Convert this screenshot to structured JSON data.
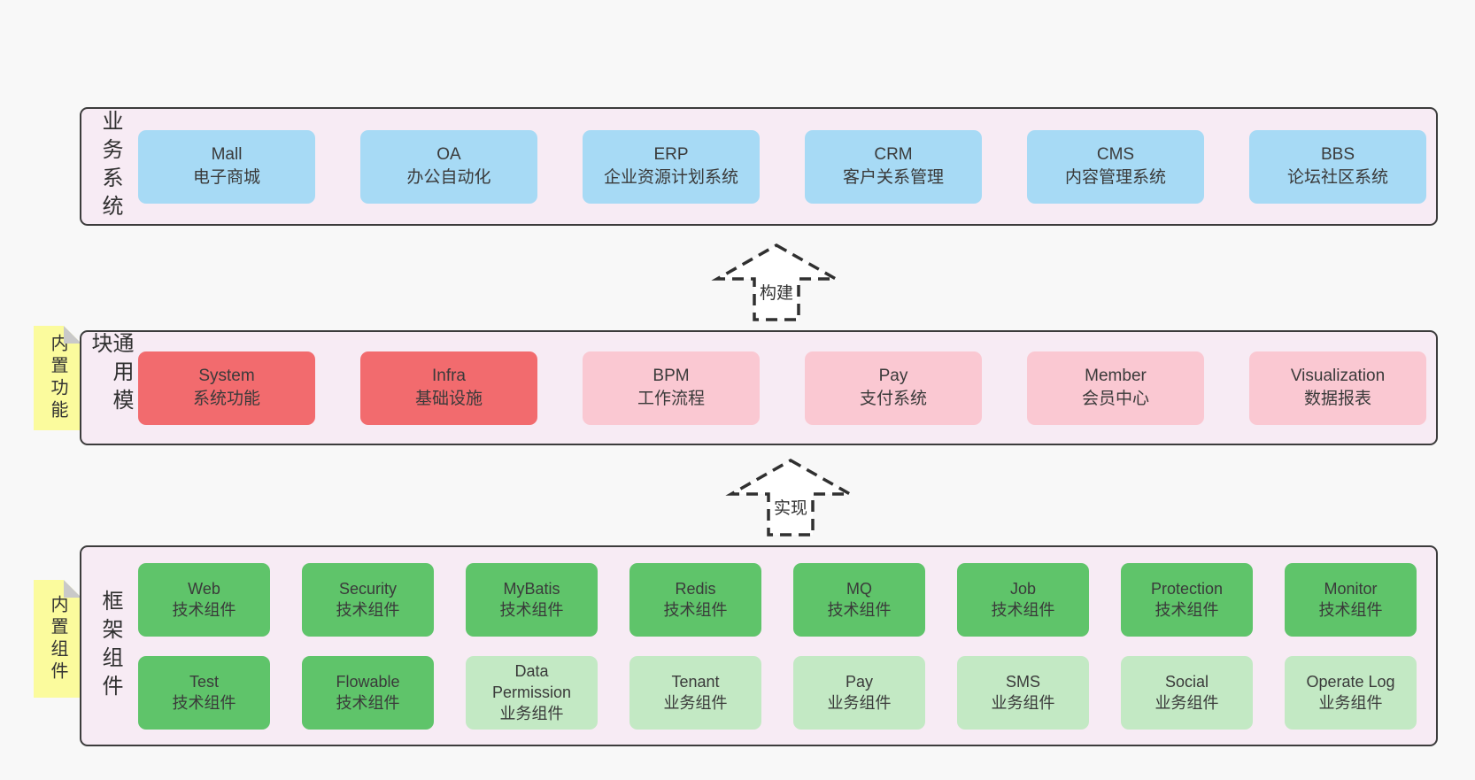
{
  "diagram": {
    "arrows": [
      {
        "label": "构建"
      },
      {
        "label": "实现"
      }
    ],
    "stickies": [
      {
        "label": "内置功能"
      },
      {
        "label": "内置组件"
      }
    ],
    "layers": {
      "business": {
        "label": "业务系统",
        "boxes": [
          {
            "name": "Mall",
            "desc": "电子商城",
            "variant": "blue"
          },
          {
            "name": "OA",
            "desc": "办公自动化",
            "variant": "blue"
          },
          {
            "name": "ERP",
            "desc": "企业资源计划系统",
            "variant": "blue"
          },
          {
            "name": "CRM",
            "desc": "客户关系管理",
            "variant": "blue"
          },
          {
            "name": "CMS",
            "desc": "内容管理系统",
            "variant": "blue"
          },
          {
            "name": "BBS",
            "desc": "论坛社区系统",
            "variant": "blue"
          }
        ]
      },
      "modules": {
        "label": "通用模块",
        "boxes": [
          {
            "name": "System",
            "desc": "系统功能",
            "variant": "red"
          },
          {
            "name": "Infra",
            "desc": "基础设施",
            "variant": "red"
          },
          {
            "name": "BPM",
            "desc": "工作流程",
            "variant": "pink"
          },
          {
            "name": "Pay",
            "desc": "支付系统",
            "variant": "pink"
          },
          {
            "name": "Member",
            "desc": "会员中心",
            "variant": "pink"
          },
          {
            "name": "Visualization",
            "desc": "数据报表",
            "variant": "pink"
          }
        ]
      },
      "framework": {
        "label": "框架组件",
        "row1": [
          {
            "name": "Web",
            "desc": "技术组件",
            "variant": "green"
          },
          {
            "name": "Security",
            "desc": "技术组件",
            "variant": "green"
          },
          {
            "name": "MyBatis",
            "desc": "技术组件",
            "variant": "green"
          },
          {
            "name": "Redis",
            "desc": "技术组件",
            "variant": "green"
          },
          {
            "name": "MQ",
            "desc": "技术组件",
            "variant": "green"
          },
          {
            "name": "Job",
            "desc": "技术组件",
            "variant": "green"
          },
          {
            "name": "Protection",
            "desc": "技术组件",
            "variant": "green"
          },
          {
            "name": "Monitor",
            "desc": "技术组件",
            "variant": "green"
          }
        ],
        "row2": [
          {
            "name": "Test",
            "desc": "技术组件",
            "variant": "green"
          },
          {
            "name": "Flowable",
            "desc": "技术组件",
            "variant": "green"
          },
          {
            "name": "Data Permission",
            "desc": "业务组件",
            "variant": "light-green"
          },
          {
            "name": "Tenant",
            "desc": "业务组件",
            "variant": "light-green"
          },
          {
            "name": "Pay",
            "desc": "业务组件",
            "variant": "light-green"
          },
          {
            "name": "SMS",
            "desc": "业务组件",
            "variant": "light-green"
          },
          {
            "name": "Social",
            "desc": "业务组件",
            "variant": "light-green"
          },
          {
            "name": "Operate Log",
            "desc": "业务组件",
            "variant": "light-green"
          }
        ]
      }
    },
    "colors": {
      "background": "#f8f8f8",
      "layer_background": "#f7ebf4",
      "layer_border": "#3c3c3c",
      "blue": "#a7daf5",
      "red": "#f26b6e",
      "pink": "#fac8d2",
      "green": "#5fc46a",
      "light_green": "#c3e9c4",
      "sticky_yellow": "#fbfb9d",
      "sticky_fold_gray": "#c9c9c9",
      "text": "#3a3a3a"
    }
  }
}
